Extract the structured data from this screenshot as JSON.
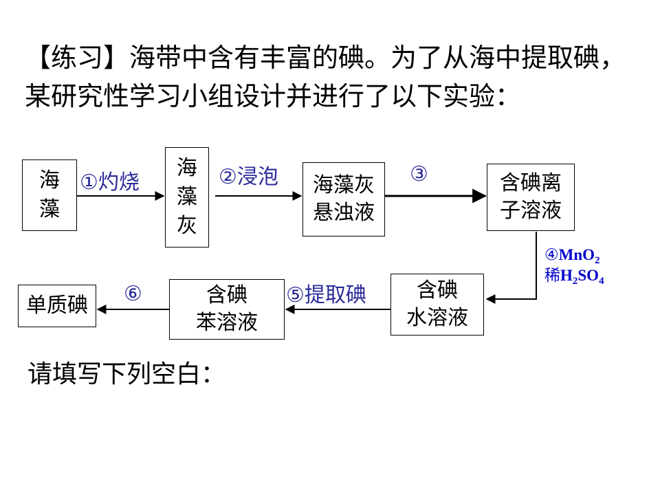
{
  "intro": "【练习】海带中含有丰富的碘。为了从海中提取碘，某研究性学习小组设计并进行了以下实验：",
  "colors": {
    "step_text": "#2a2a9a",
    "reagent_text": "#0000cc",
    "box_border": "#000000",
    "arrow": "#000000"
  },
  "nodes": {
    "seaweed": "海藻",
    "seaweed_ash": "海藻灰",
    "ash_suspension": "海藻灰\n悬浊液",
    "iodide_solution": "含碘离\n子溶液",
    "iodine_water": "含碘\n水溶液",
    "iodine_benzene": "含碘\n苯溶液",
    "iodine": "单质碘"
  },
  "steps": {
    "s1": "①灼烧",
    "s2": "②浸泡",
    "s3": "③",
    "s4_num": "④",
    "s4_line1": "MnO",
    "s4_sub1": "2",
    "s4_dilute": "稀",
    "s4_h": "H",
    "s4_sub2": "2",
    "s4_so": "SO",
    "s4_sub3": "4",
    "s5": "⑤提取碘",
    "s6": "⑥"
  },
  "prompt": "请填写下列空白："
}
